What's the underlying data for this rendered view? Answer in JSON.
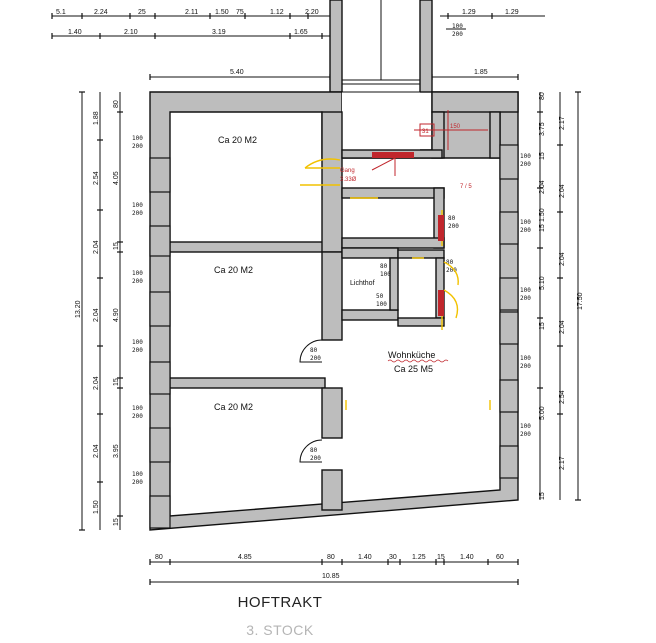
{
  "title": "HOFTRAKT",
  "subtitle": "3. STOCK",
  "rooms": {
    "room1": "Ca 20 M2",
    "room2": "Ca 20 M2",
    "room3": "Ca 20 M2",
    "kitchen_name": "Wohnküche",
    "kitchen_area": "Ca 25 M5",
    "gang": "Gang",
    "gang_area": "3.33Ø",
    "lichthof": "Lichthof"
  },
  "dims_top_row1": [
    "5.1",
    "2.24",
    "25",
    "2.11",
    "1.50",
    "75",
    "1.12",
    "2.20",
    "1.29",
    "1.29"
  ],
  "dims_top_row2": [
    "1.40",
    "2.10",
    "3.19",
    "1.65"
  ],
  "dims_top_row3": [
    "5.40",
    "1.85"
  ],
  "dims_left_outer": [
    "1.88",
    "2.54",
    "2.04",
    "2.04",
    "2.04",
    "2.04",
    "1.50"
  ],
  "dims_left_inner": [
    "80",
    "4.05",
    "15",
    "4.90",
    "15",
    "3.95",
    "15"
  ],
  "dims_left_total": "13.20",
  "dims_right_inner": [
    "80",
    "3.75",
    "15",
    "2.04",
    "15",
    "1.50",
    "5.10",
    "15",
    "5.00",
    "15"
  ],
  "dims_right_mid": [
    "2.17",
    "2.04",
    "2.04",
    "2.04",
    "2.54",
    "2.17"
  ],
  "dims_right_total": "17.50",
  "dims_bottom_row1": [
    "80",
    "4.85",
    "80",
    "1.40",
    "30",
    "1.25",
    "15",
    "1.40",
    "60"
  ],
  "dims_bottom_total": "10.85",
  "window_labels": {
    "wl1": [
      "100",
      "200"
    ],
    "wl2": [
      "100",
      "200"
    ],
    "wl3": [
      "100",
      "200"
    ],
    "wl4": [
      "100",
      "200"
    ],
    "wl5": [
      "100",
      "200"
    ],
    "wl6": [
      "100",
      "200"
    ],
    "wr1": [
      "100",
      "200"
    ],
    "wr2": [
      "100",
      "200"
    ],
    "wr3": [
      "100",
      "200"
    ],
    "wr4": [
      "100",
      "200"
    ],
    "wr5": [
      "100",
      "200"
    ],
    "top": [
      "100",
      "200"
    ]
  },
  "door_labels": {
    "d1": [
      "80",
      "200"
    ],
    "d2": [
      "80",
      "200"
    ],
    "d3": [
      "80",
      "200"
    ],
    "d4": [
      "80",
      "200"
    ],
    "l1": [
      "80",
      "100"
    ],
    "l2": [
      "50",
      "100"
    ]
  },
  "red_labels": {
    "r1": "31",
    "r2": "150",
    "r3": "7 / 5"
  },
  "colors": {
    "wall": "#bdbdbd",
    "red": "#c0262c",
    "yellow": "#f2c200"
  }
}
